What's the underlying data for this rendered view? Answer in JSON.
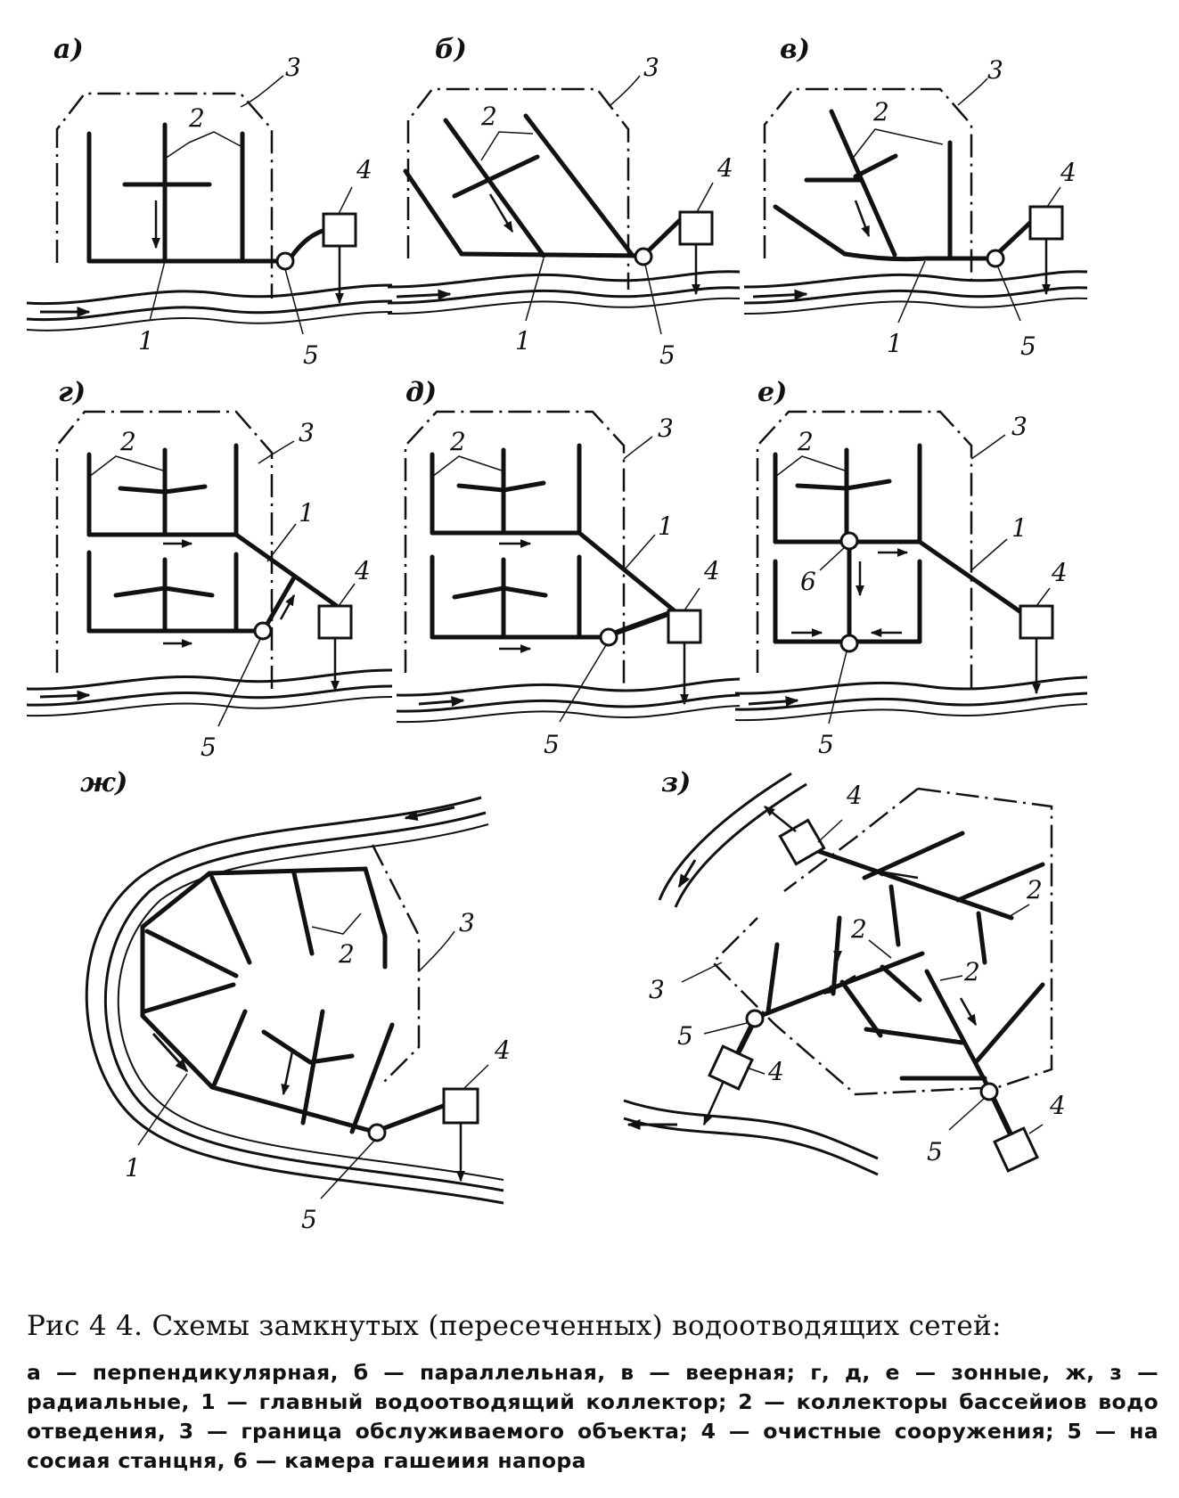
{
  "panels": [
    {
      "id": "a",
      "letter": "а)",
      "labels": {
        "boundary": "3",
        "main_collector": "1",
        "basin_collectors": "2",
        "treatment": "4",
        "pump": "5"
      }
    },
    {
      "id": "b",
      "letter": "б)",
      "labels": {
        "boundary": "3",
        "main_collector": "1",
        "basin_collectors": "2",
        "treatment": "4",
        "pump": "5"
      }
    },
    {
      "id": "v",
      "letter": "в)",
      "labels": {
        "boundary": "3",
        "main_collector": "1",
        "basin_collectors": "2",
        "treatment": "4",
        "pump": "5"
      }
    },
    {
      "id": "g",
      "letter": "г)",
      "labels": {
        "boundary": "3",
        "main_collector": "1",
        "basin_collectors": "2",
        "treatment": "4",
        "pump": "5"
      }
    },
    {
      "id": "d",
      "letter": "д)",
      "labels": {
        "boundary": "3",
        "main_collector": "1",
        "basin_collectors": "2",
        "treatment": "4",
        "pump": "5"
      }
    },
    {
      "id": "e",
      "letter": "е)",
      "labels": {
        "boundary": "3",
        "main_collector": "1",
        "basin_collectors": "2",
        "treatment": "4",
        "pump": "5",
        "chamber": "6"
      }
    },
    {
      "id": "zh",
      "letter": "ж)",
      "labels": {
        "boundary": "3",
        "main_collector": "1",
        "basin_collectors": "2",
        "treatment": "4",
        "pump": "5"
      }
    },
    {
      "id": "z",
      "letter": "з)",
      "labels": {
        "boundary": "3",
        "basin_collectors_1": "2",
        "basin_collectors_2": "2",
        "basin_collectors_3": "2",
        "treatment_1": "4",
        "treatment_2": "4",
        "treatment_3": "4",
        "pump_1": "5",
        "pump_2": "5"
      }
    }
  ],
  "caption": {
    "title": "Рис 4 4. Схемы замкнутых (пересеченных) водоотводящих сетей:",
    "legend": "а — перпендикулярная, б — параллельная, в — веерная; г, д, е — зонные, ж, з — радиальные, 1 — главный водоотводящий коллектор; 2 — коллекторы бассейиов водо отведения, 3 — граница обслуживаемого объекта; 4 — очистные сооружения; 5 — на сосиая станцня, 6 — камера гашеиия напора"
  }
}
